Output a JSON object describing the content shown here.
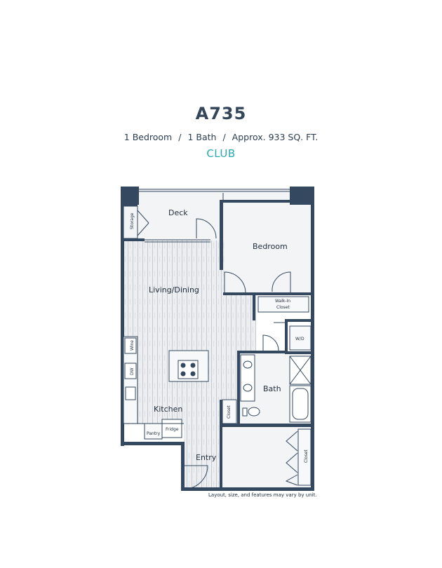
{
  "unit": {
    "name": "A735",
    "bedrooms": "1 Bedroom",
    "separator": "/",
    "bathrooms": "1 Bath",
    "area": "Approx. 933 SQ. FT.",
    "tier": "CLUB"
  },
  "rooms": {
    "deck": "Deck",
    "storage": "Storage",
    "bedroom": "Bedroom",
    "living_dining": "Living/Dining",
    "walk_in_closet_line1": "Walk-In",
    "walk_in_closet_line2": "Closet",
    "wine": "Wine",
    "dw": "DW",
    "wd": "W/D",
    "bath": "Bath",
    "kitchen": "Kitchen",
    "closet_small": "Closet",
    "pantry": "Pantry",
    "fridge": "Fridge",
    "entry": "Entry",
    "closet_large": "Closet"
  },
  "disclaimer": "Layout, size, and features may vary by unit.",
  "colors": {
    "wall": "#34495f",
    "floor": "#e8eaed",
    "tier_accent": "#28a9b1"
  }
}
